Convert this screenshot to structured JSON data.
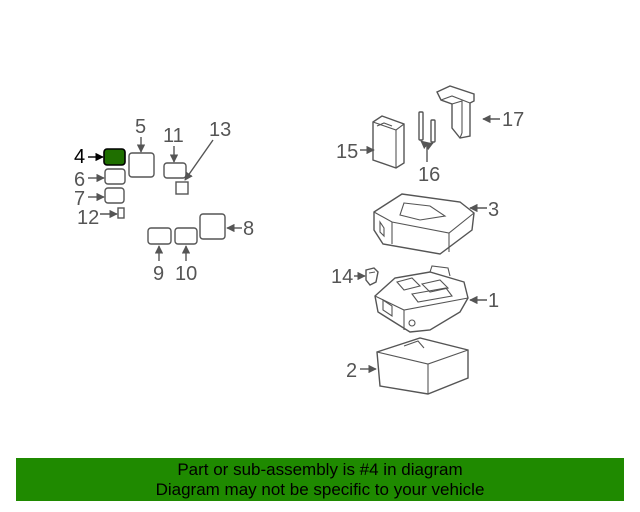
{
  "diagram": {
    "highlight_color": "#1f6f00",
    "callouts": {
      "n1": "1",
      "n2": "2",
      "n3": "3",
      "n4": "4",
      "n5": "5",
      "n6": "6",
      "n7": "7",
      "n8": "8",
      "n9": "9",
      "n10": "10",
      "n11": "11",
      "n12": "12",
      "n13": "13",
      "n14": "14",
      "n15": "15",
      "n16": "16",
      "n17": "17"
    }
  },
  "banner": {
    "line1": "Part or sub-assembly is #4 in diagram",
    "line2": "Diagram may not be specific to your vehicle",
    "color": "#1f8a00"
  }
}
